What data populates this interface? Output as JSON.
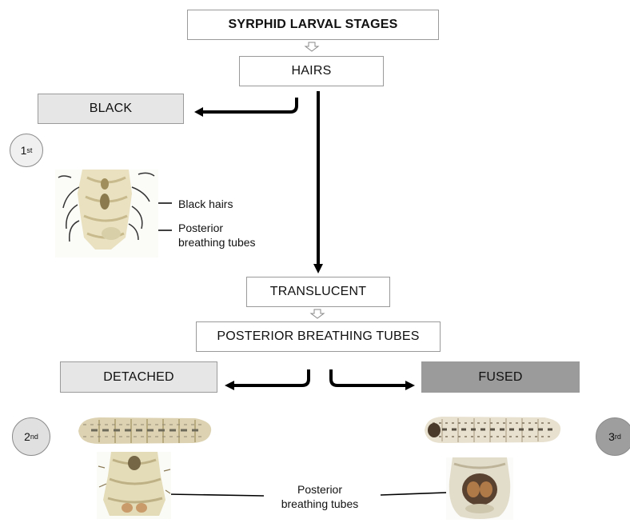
{
  "title": "SYRPHID LARVAL STAGES",
  "nodes": {
    "hairs": "HAIRS",
    "black": "BLACK",
    "translucent": "TRANSLUCENT",
    "posterior_tubes": "POSTERIOR BREATHING TUBES",
    "detached": "DETACHED",
    "fused": "FUSED"
  },
  "stages": {
    "first": {
      "num": "1",
      "suffix": "st"
    },
    "second": {
      "num": "2",
      "suffix": "nd"
    },
    "third": {
      "num": "3",
      "suffix": "rd"
    }
  },
  "annotations": {
    "black_hairs": "Black hairs",
    "posterior_line1": "Posterior",
    "posterior_line2": "breathing tubes"
  },
  "colors": {
    "gray_box": "#e6e6e6",
    "dark_box": "#9b9b9b",
    "larva_cream": "#e8dfc0"
  }
}
